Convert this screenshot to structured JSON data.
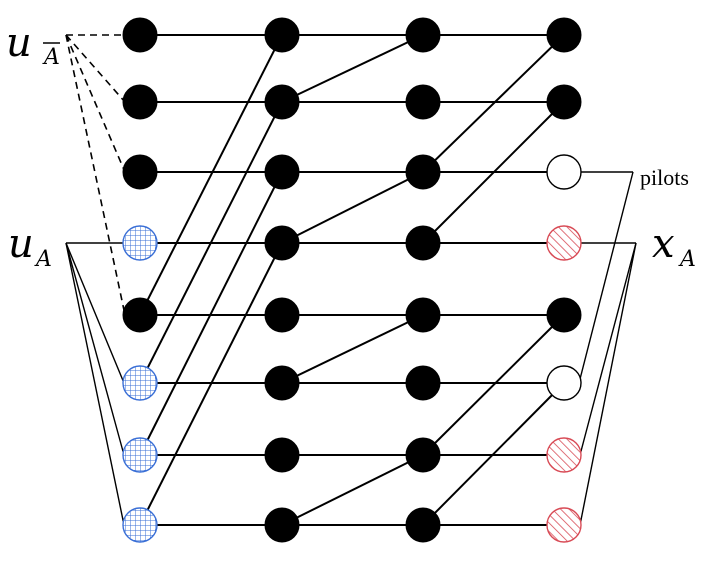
{
  "labels": {
    "u_main": "u",
    "u_bar_sub": "A",
    "u_a_sub": "A",
    "x_main": "x",
    "x_sub": "A",
    "pilots": "pilots"
  },
  "colors": {
    "ink": "#000000",
    "frozen_fill": "#000000",
    "info_grid": "#3a6fd6",
    "coded_hatch": "#d84a55",
    "pilot_fill": "#ffffff"
  },
  "stages": 4,
  "rows": 8,
  "node_types": [
    [
      "frozen",
      "frozen",
      "frozen",
      "frozen"
    ],
    [
      "frozen",
      "frozen",
      "frozen",
      "frozen"
    ],
    [
      "frozen",
      "frozen",
      "frozen",
      "pilot"
    ],
    [
      "info",
      "frozen",
      "frozen",
      "coded"
    ],
    [
      "frozen",
      "frozen",
      "frozen",
      "frozen"
    ],
    [
      "info",
      "frozen",
      "frozen",
      "pilot"
    ],
    [
      "info",
      "frozen",
      "frozen",
      "coded"
    ],
    [
      "info",
      "frozen",
      "frozen",
      "coded"
    ]
  ],
  "butterfly_spans": [
    4,
    1,
    2
  ],
  "u_bar_rows": [
    0,
    1,
    2,
    4
  ],
  "u_a_rows": [
    3,
    5,
    6,
    7
  ],
  "x_a_rows": [
    3,
    6,
    7
  ],
  "pilot_rows": [
    2,
    5
  ]
}
